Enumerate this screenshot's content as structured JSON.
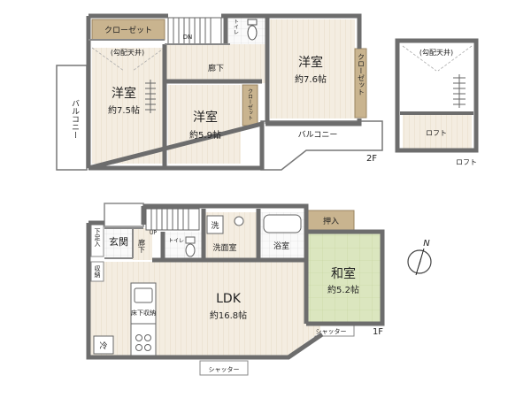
{
  "floor2": {
    "label": "2F",
    "closet_top": "クローゼット",
    "closet_right": "クローゼット",
    "closet_small": "クローゼット",
    "slope_ceiling": "(勾配天井)",
    "room_left": {
      "name": "洋室",
      "size": "約7.5帖"
    },
    "room_center": {
      "name": "洋室",
      "size": "約5.9帖"
    },
    "room_right": {
      "name": "洋室",
      "size": "約7.6帖"
    },
    "hallway": "廊下",
    "toilet": "トイレ",
    "dn": "DN",
    "balcony_left": "バルコニー",
    "balcony_bottom": "バルコニー"
  },
  "loft": {
    "label": "ロフト",
    "room": "ロフト",
    "slope_ceiling": "(勾配天井)"
  },
  "floor1": {
    "label": "1F",
    "entrance": "玄関",
    "shoe_storage": "下足入",
    "hallway": "廊下",
    "up": "UP",
    "toilet": "トイレ",
    "wash": "洗",
    "washroom": "洗面室",
    "bathroom": "浴室",
    "oshiire": "押入",
    "japanese_room": {
      "name": "和室",
      "size": "約5.2帖"
    },
    "ldk": {
      "name": "LDK",
      "size": "約16.8帖"
    },
    "storage": "収納",
    "underfloor_storage": "床下収納",
    "fridge": "冷",
    "shutter_right": "シャッター",
    "shutter_bottom": "シャッター"
  },
  "compass": {
    "north": "N"
  },
  "colors": {
    "wall": "#6d6d6d",
    "closet_fill": "#c9b48f",
    "floor_fill": "#f3ece0",
    "tatami_fill": "#d9e6b8",
    "tile_fill": "#ffffff"
  }
}
